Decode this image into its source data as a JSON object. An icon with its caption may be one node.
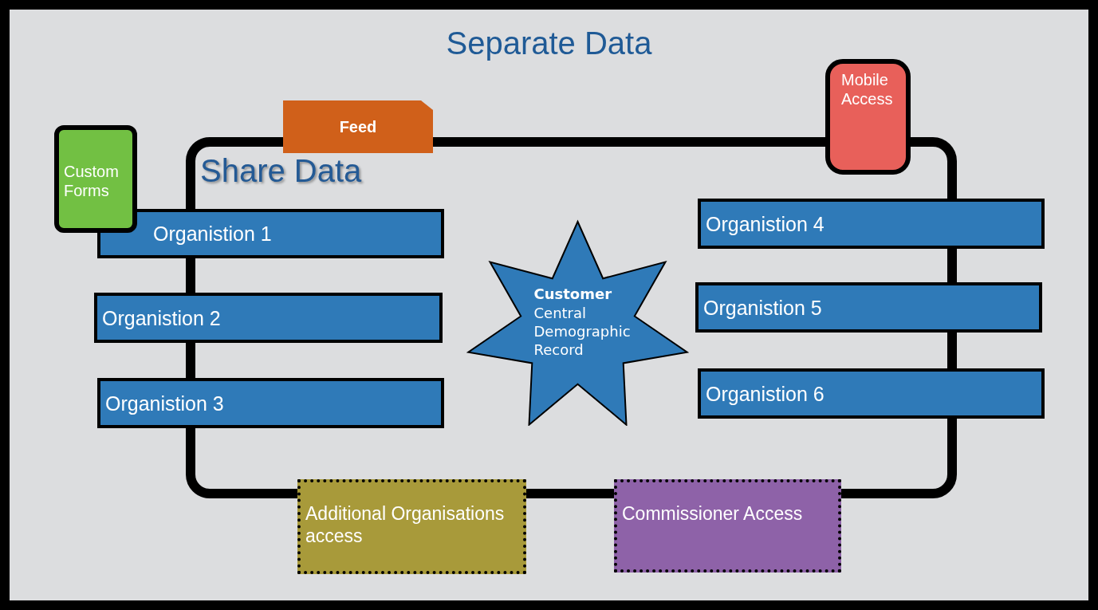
{
  "diagram": {
    "title": "Separate Data",
    "nodes": [
      {
        "text": [
          "Share Data"
        ]
      },
      {
        "text": [
          "Feed"
        ]
      },
      {
        "text": [
          "Mobile Access"
        ]
      },
      {
        "text": [
          "Custom Forms"
        ]
      },
      {
        "text": [
          "Organistion 1"
        ]
      },
      {
        "text": [
          "Organistion 2"
        ]
      },
      {
        "text": [
          "Organistion 3"
        ]
      },
      {
        "text": [
          "**Customer** Central Demographic Record"
        ],
        "in": 0
      },
      {
        "text": [
          "Organistion 4"
        ]
      },
      {
        "text": [
          "Organistion 5"
        ]
      },
      {
        "text": [
          "Organistion 6"
        ]
      },
      {
        "text": [
          "Additional Organisations access"
        ]
      },
      {
        "text": [
          "Commissioner Access"
        ]
      }
    ]
  }
}
